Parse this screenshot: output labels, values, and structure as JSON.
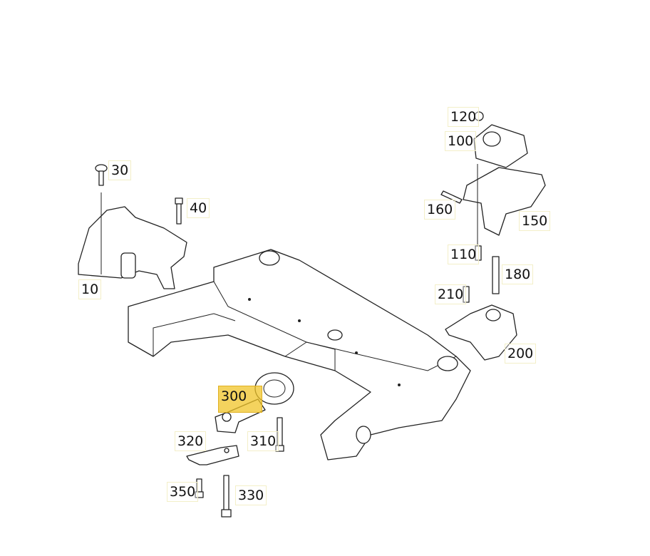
{
  "diagram": {
    "callouts": [
      {
        "id": "120",
        "label": "120"
      },
      {
        "id": "100",
        "label": "100"
      },
      {
        "id": "30",
        "label": "30"
      },
      {
        "id": "40",
        "label": "40"
      },
      {
        "id": "160",
        "label": "160"
      },
      {
        "id": "150",
        "label": "150"
      },
      {
        "id": "10",
        "label": "10"
      },
      {
        "id": "110",
        "label": "110"
      },
      {
        "id": "180",
        "label": "180"
      },
      {
        "id": "210",
        "label": "210"
      },
      {
        "id": "200",
        "label": "200"
      },
      {
        "id": "300",
        "label": "300",
        "highlighted": true
      },
      {
        "id": "320",
        "label": "320"
      },
      {
        "id": "310",
        "label": "310"
      },
      {
        "id": "350",
        "label": "350"
      },
      {
        "id": "330",
        "label": "330"
      }
    ],
    "highlight_color": "#f0c428"
  }
}
